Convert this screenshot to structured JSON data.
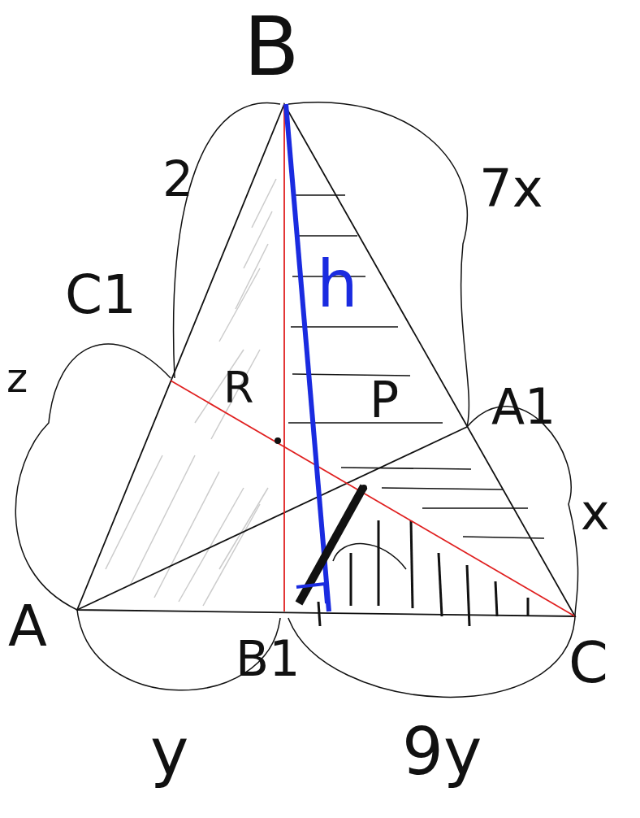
{
  "diagram": {
    "labels": [
      "B",
      "2",
      "C1",
      "z",
      "7x",
      "A1",
      "x",
      "h",
      "R",
      "P",
      "A",
      "B1",
      "C",
      "y",
      "9y"
    ]
  }
}
